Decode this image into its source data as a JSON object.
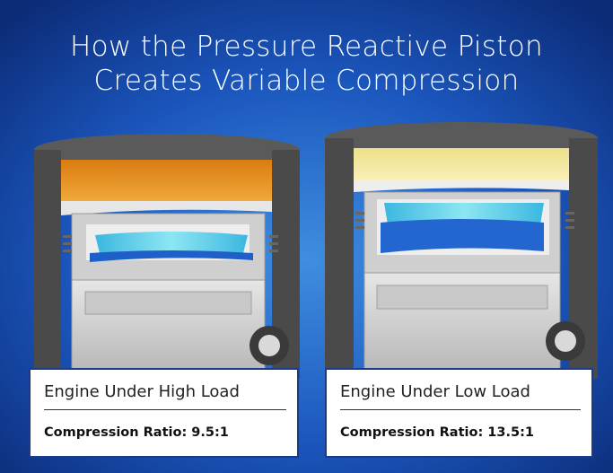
{
  "title": {
    "line1": "How the Pressure Reactive Piston",
    "line2": "Creates Variable Compression"
  },
  "panels": [
    {
      "heading": "Engine Under High Load",
      "ratio": "Compression Ratio: 9.5:1",
      "chamber_color": "#e8951f"
    },
    {
      "heading": "Engine Under Low Load",
      "ratio": "Compression Ratio: 13.5:1",
      "chamber_color": "#f2e58f"
    }
  ],
  "colors": {
    "background": "#1b4fb3",
    "cylinder_wall": "#4a4a4a",
    "piston": "#d3d3d3",
    "insert": "#4fc9e0"
  }
}
